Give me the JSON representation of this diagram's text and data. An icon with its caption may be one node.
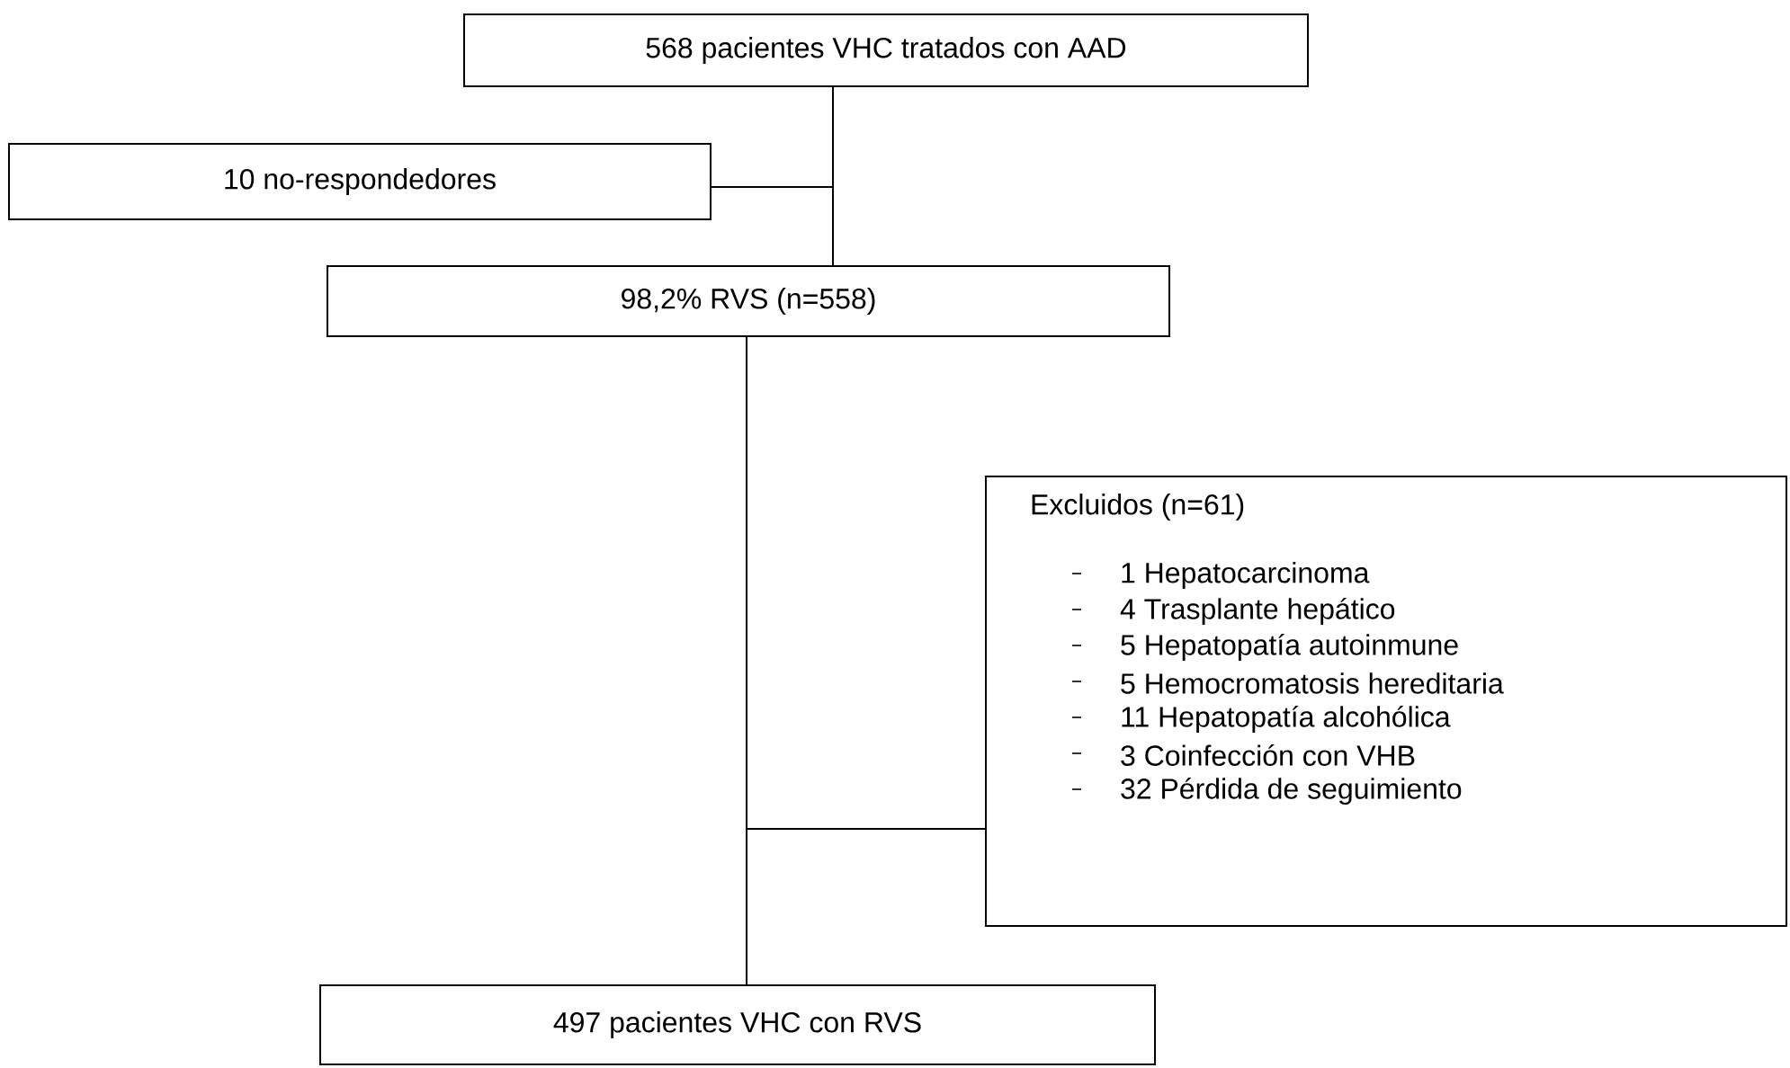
{
  "diagram": {
    "nodes": [
      {
        "text": [
          "568 pacientes VHC tratados con AAD"
        ]
      },
      {
        "text": [
          "10 no-respondedores"
        ]
      },
      {
        "text": [
          "98,2% RVS (n=558)"
        ]
      },
      {
        "text": [
          "Excluidos (n=61)",
          "1 Hepatocarcinoma",
          "4 Trasplante hepático",
          "5 Hepatopatía autoinmune",
          "5 Hemocromatosis hereditaria",
          "11 Hepatopatía alcohólica",
          "3 Coinfección con VHB",
          "32 Pérdida de seguimiento"
        ]
      },
      {
        "text": [
          "497 pacientes VHC con RVS"
        ]
      }
    ],
    "edges": [
      {
        "from": 0,
        "to": 2,
        "arrow": "none"
      },
      {
        "from": 1,
        "to": 2,
        "arrow": "none"
      },
      {
        "from": 2,
        "to": 4,
        "arrow": "none"
      },
      {
        "from": 2,
        "to": 3,
        "arrow": "none"
      }
    ]
  }
}
